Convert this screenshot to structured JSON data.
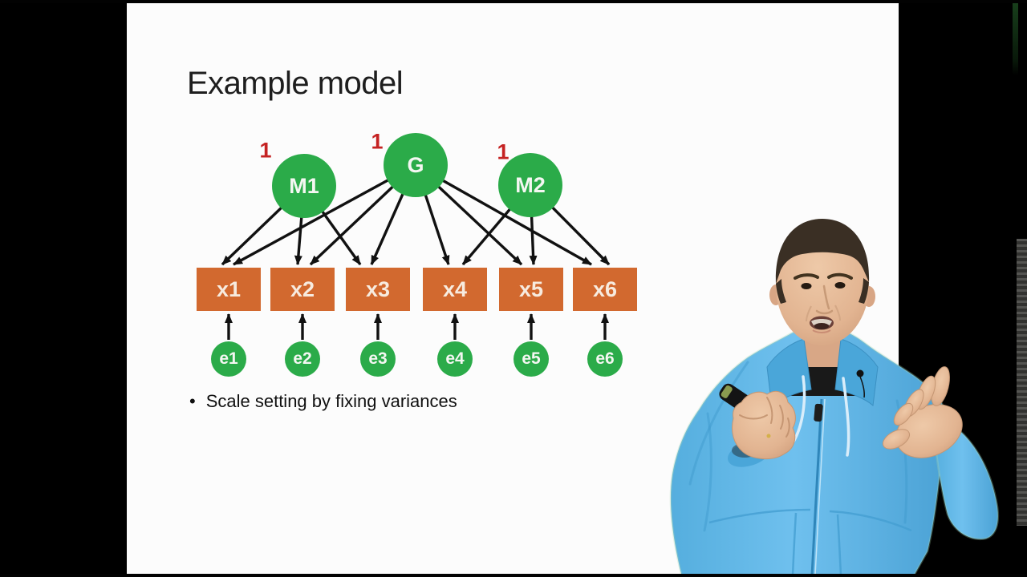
{
  "video_frame": {
    "kind": "lecture video frame with presentation slide and presenter",
    "letterbox_color": "#000000",
    "slide_bg": "#fcfcfc"
  },
  "slide": {
    "title": "Example model",
    "bullet": {
      "glyph": "•",
      "text": "Scale setting by fixing variances"
    }
  },
  "diagram": {
    "description": "factor path diagram: latent circles load on observed squares, error circles point into squares",
    "colors": {
      "latent_green": "#2bab49",
      "indicator_orange": "#d2692f",
      "fixed_value_red": "#c52222",
      "arrow_black": "#111111"
    },
    "latents": [
      {
        "id": "M1",
        "label": "M1",
        "fixed_label": "1"
      },
      {
        "id": "G",
        "label": "G",
        "fixed_label": "1"
      },
      {
        "id": "M2",
        "label": "M2",
        "fixed_label": "1"
      }
    ],
    "observed": [
      {
        "id": "x1",
        "label": "x1"
      },
      {
        "id": "x2",
        "label": "x2"
      },
      {
        "id": "x3",
        "label": "x3"
      },
      {
        "id": "x4",
        "label": "x4"
      },
      {
        "id": "x5",
        "label": "x5"
      },
      {
        "id": "x6",
        "label": "x6"
      }
    ],
    "errors": [
      {
        "id": "e1",
        "label": "e1"
      },
      {
        "id": "e2",
        "label": "e2"
      },
      {
        "id": "e3",
        "label": "e3"
      },
      {
        "id": "e4",
        "label": "e4"
      },
      {
        "id": "e5",
        "label": "e5"
      },
      {
        "id": "e6",
        "label": "e6"
      }
    ],
    "edges": [
      {
        "from": "M1",
        "to": "x1"
      },
      {
        "from": "M1",
        "to": "x2"
      },
      {
        "from": "M1",
        "to": "x3"
      },
      {
        "from": "G",
        "to": "x1"
      },
      {
        "from": "G",
        "to": "x2"
      },
      {
        "from": "G",
        "to": "x3"
      },
      {
        "from": "G",
        "to": "x4"
      },
      {
        "from": "G",
        "to": "x5"
      },
      {
        "from": "G",
        "to": "x6"
      },
      {
        "from": "M2",
        "to": "x4"
      },
      {
        "from": "M2",
        "to": "x5"
      },
      {
        "from": "M2",
        "to": "x6"
      },
      {
        "from": "e1",
        "to": "x1"
      },
      {
        "from": "e2",
        "to": "x2"
      },
      {
        "from": "e3",
        "to": "x3"
      },
      {
        "from": "e4",
        "to": "x4"
      },
      {
        "from": "e5",
        "to": "x5"
      },
      {
        "from": "e6",
        "to": "x6"
      }
    ]
  },
  "presenter": {
    "visible": true,
    "description": "man with short brown hair in light blue zip hoodie, talking, holding black presenter clicker in right hand, left palm open",
    "hoodie_color": "#5fb6e6"
  }
}
